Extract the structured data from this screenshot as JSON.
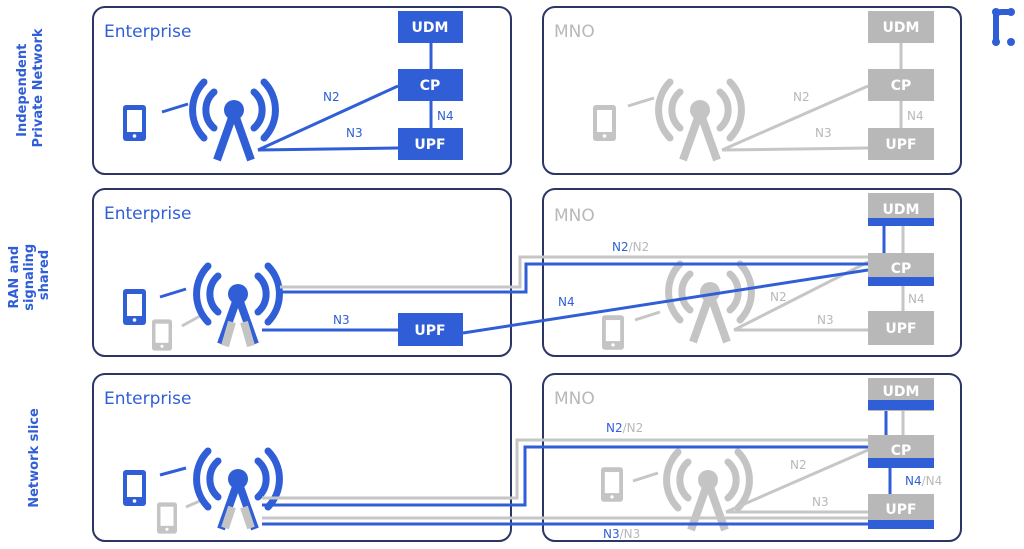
{
  "colors": {
    "accent": "#2f5ed6",
    "inactive": "#c4c4c4",
    "border": "#2b3566"
  },
  "logo": {
    "icon": "r-dot-logo-icon"
  },
  "rows": [
    {
      "side_label_lines": [
        "Independent",
        "Private Network"
      ],
      "enterprise_title": "Enterprise",
      "mno_title": "MNO",
      "ent_nodes": {
        "udm": "UDM",
        "cp": "CP",
        "upf": "UPF"
      },
      "mno_nodes": {
        "udm": "UDM",
        "cp": "CP",
        "upf": "UPF"
      },
      "ent_links": {
        "n2": "N2",
        "n3": "N3",
        "n4": "N4"
      },
      "mno_links": {
        "n2": "N2",
        "n3": "N3",
        "n4": "N4"
      }
    },
    {
      "side_label_lines": [
        "RAN and",
        "signaling",
        "shared"
      ],
      "enterprise_title": "Enterprise",
      "mno_title": "MNO",
      "ent_nodes": {
        "upf": "UPF"
      },
      "mno_nodes": {
        "udm": "UDM",
        "cp": "CP",
        "upf": "UPF"
      },
      "ent_links": {
        "n3": "N3",
        "n4": "N4",
        "n2_blue": "N2",
        "n2_sep": "/",
        "n2_gray": "N2"
      },
      "mno_links": {
        "n2": "N2",
        "n3": "N3",
        "n4": "N4"
      }
    },
    {
      "side_label_lines": [
        "Network slice"
      ],
      "enterprise_title": "Enterprise",
      "mno_title": "MNO",
      "mno_nodes": {
        "udm": "UDM",
        "cp": "CP",
        "upf": "UPF"
      },
      "links": {
        "n2_blue": "N2",
        "n2_gray": "N2",
        "n3_blue": "N3",
        "n3_gray": "N3",
        "n4_blue": "N4",
        "n4_gray": "N4",
        "sep": "/",
        "mno_n2": "N2",
        "mno_n3": "N3"
      }
    }
  ]
}
